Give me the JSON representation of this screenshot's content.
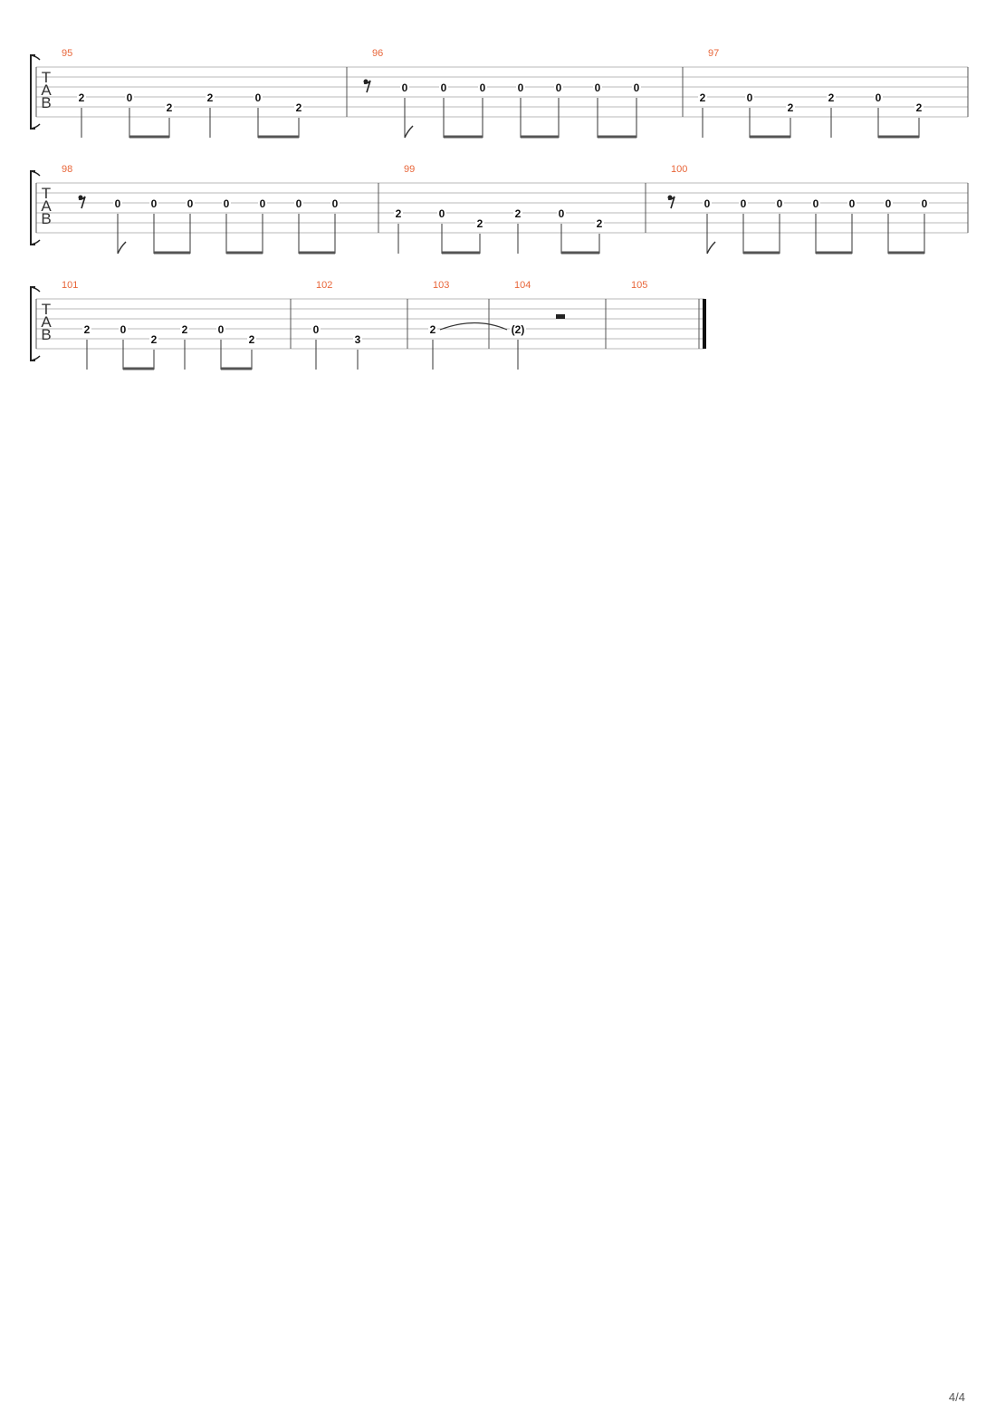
{
  "clef_letters": [
    "T",
    "A",
    "B"
  ],
  "page_number": "4/4",
  "colors": {
    "measure_number": "#e8663a",
    "staff_line": "#b9b9b9",
    "text": "#111111"
  },
  "systems": [
    {
      "measures": [
        {
          "number": "95",
          "events": [
            {
              "fret": "2",
              "string": 4,
              "beam": "none"
            },
            {
              "fret": "0",
              "string": 4,
              "beam": "start"
            },
            {
              "fret": "2",
              "string": 5,
              "beam": "end"
            },
            {
              "fret": "2",
              "string": 4,
              "beam": "none"
            },
            {
              "fret": "0",
              "string": 4,
              "beam": "start"
            },
            {
              "fret": "2",
              "string": 5,
              "beam": "end"
            }
          ]
        },
        {
          "number": "96",
          "events": [
            {
              "rest": "eighth"
            },
            {
              "fret": "0",
              "string": 3,
              "beam": "flag"
            },
            {
              "fret": "0",
              "string": 3,
              "beam": "start"
            },
            {
              "fret": "0",
              "string": 3,
              "beam": "end"
            },
            {
              "fret": "0",
              "string": 3,
              "beam": "start"
            },
            {
              "fret": "0",
              "string": 3,
              "beam": "end"
            },
            {
              "fret": "0",
              "string": 3,
              "beam": "start"
            },
            {
              "fret": "0",
              "string": 3,
              "beam": "end"
            }
          ]
        },
        {
          "number": "97",
          "events": [
            {
              "fret": "2",
              "string": 4,
              "beam": "none"
            },
            {
              "fret": "0",
              "string": 4,
              "beam": "start"
            },
            {
              "fret": "2",
              "string": 5,
              "beam": "end"
            },
            {
              "fret": "2",
              "string": 4,
              "beam": "none"
            },
            {
              "fret": "0",
              "string": 4,
              "beam": "start"
            },
            {
              "fret": "2",
              "string": 5,
              "beam": "end"
            }
          ]
        }
      ]
    },
    {
      "measures": [
        {
          "number": "98",
          "events": [
            {
              "rest": "eighth"
            },
            {
              "fret": "0",
              "string": 3,
              "beam": "flag"
            },
            {
              "fret": "0",
              "string": 3,
              "beam": "start"
            },
            {
              "fret": "0",
              "string": 3,
              "beam": "end"
            },
            {
              "fret": "0",
              "string": 3,
              "beam": "start"
            },
            {
              "fret": "0",
              "string": 3,
              "beam": "end"
            },
            {
              "fret": "0",
              "string": 3,
              "beam": "start"
            },
            {
              "fret": "0",
              "string": 3,
              "beam": "end"
            }
          ]
        },
        {
          "number": "99",
          "events": [
            {
              "fret": "2",
              "string": 4,
              "beam": "none"
            },
            {
              "fret": "0",
              "string": 4,
              "beam": "start"
            },
            {
              "fret": "2",
              "string": 5,
              "beam": "end"
            },
            {
              "fret": "2",
              "string": 4,
              "beam": "none"
            },
            {
              "fret": "0",
              "string": 4,
              "beam": "start"
            },
            {
              "fret": "2",
              "string": 5,
              "beam": "end"
            }
          ]
        },
        {
          "number": "100",
          "events": [
            {
              "rest": "eighth"
            },
            {
              "fret": "0",
              "string": 3,
              "beam": "flag"
            },
            {
              "fret": "0",
              "string": 3,
              "beam": "start"
            },
            {
              "fret": "0",
              "string": 3,
              "beam": "end"
            },
            {
              "fret": "0",
              "string": 3,
              "beam": "start"
            },
            {
              "fret": "0",
              "string": 3,
              "beam": "end"
            },
            {
              "fret": "0",
              "string": 3,
              "beam": "start"
            },
            {
              "fret": "0",
              "string": 3,
              "beam": "end"
            }
          ]
        }
      ]
    },
    {
      "measures": [
        {
          "number": "101",
          "events": [
            {
              "fret": "2",
              "string": 4,
              "beam": "none"
            },
            {
              "fret": "0",
              "string": 4,
              "beam": "start"
            },
            {
              "fret": "2",
              "string": 5,
              "beam": "end"
            },
            {
              "fret": "2",
              "string": 4,
              "beam": "none"
            },
            {
              "fret": "0",
              "string": 4,
              "beam": "start"
            },
            {
              "fret": "2",
              "string": 5,
              "beam": "end"
            }
          ]
        },
        {
          "number": "102",
          "events": [
            {
              "fret": "0",
              "string": 4,
              "beam": "none"
            },
            {
              "fret": "3",
              "string": 5,
              "beam": "none"
            }
          ]
        },
        {
          "number": "103",
          "events": [
            {
              "fret": "2",
              "string": 4,
              "beam": "none",
              "tie": "start"
            }
          ]
        },
        {
          "number": "104",
          "events": [
            {
              "fret": "(2)",
              "string": 4,
              "beam": "none",
              "tie": "end"
            },
            {
              "rest": "half"
            }
          ]
        },
        {
          "number": "105",
          "events": []
        }
      ]
    }
  ]
}
